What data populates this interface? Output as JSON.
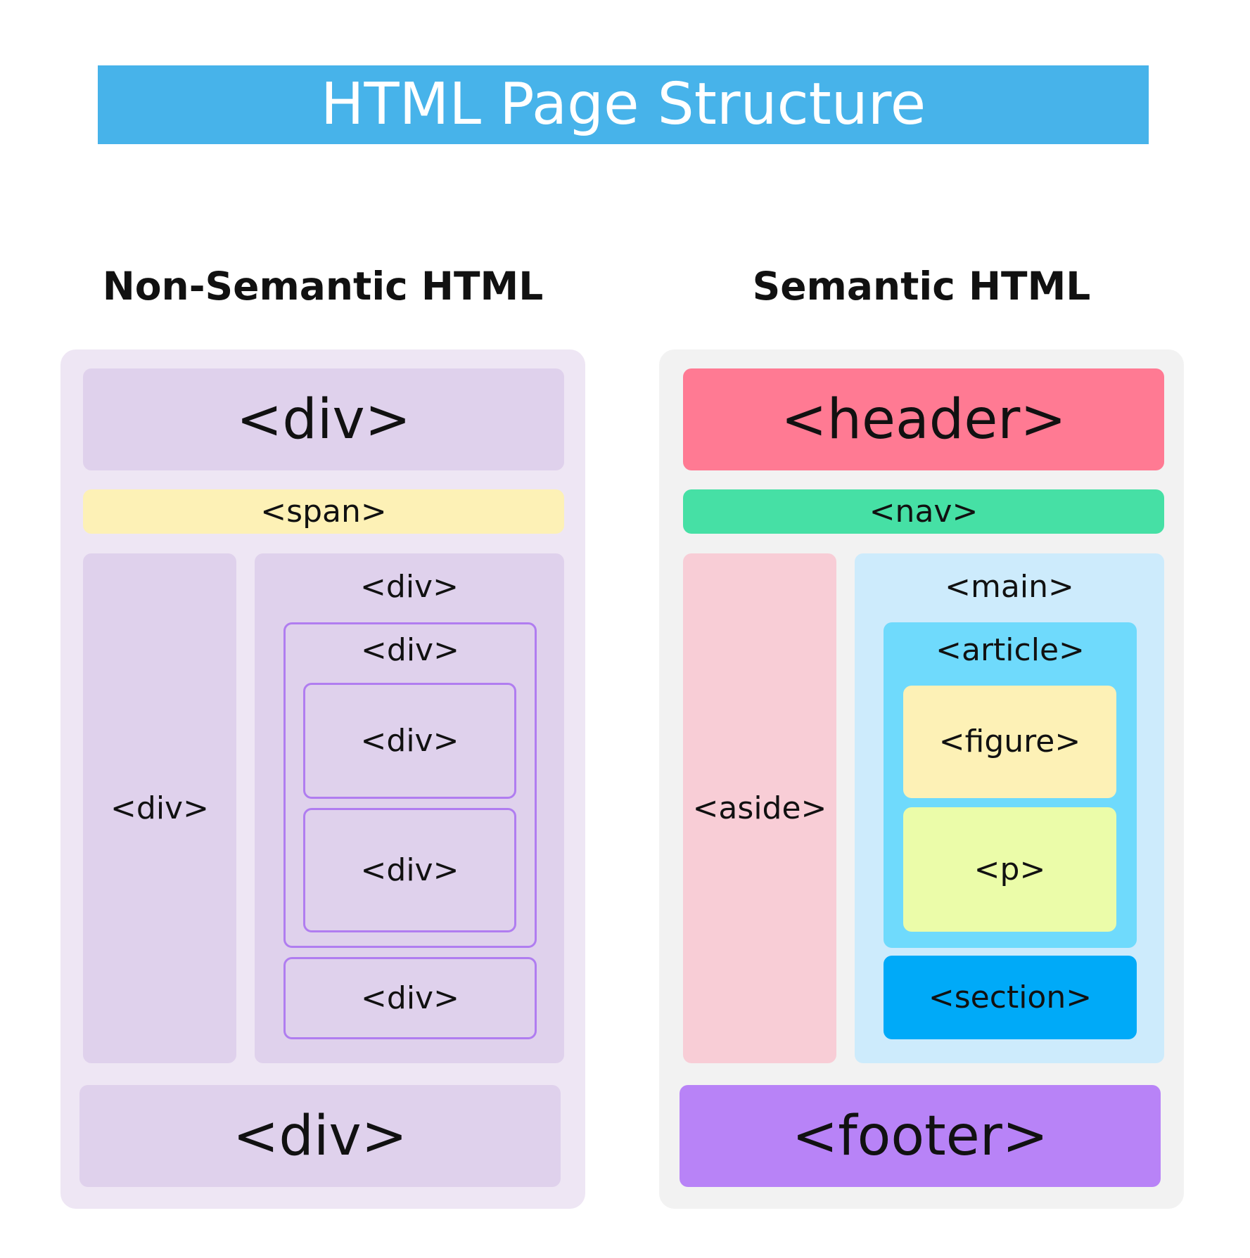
{
  "title": "HTML Page Structure",
  "colors": {
    "title_bar": "#47b3ea",
    "left_panel": "#eee6f4",
    "left_box": "#dfd1ec",
    "span_box": "#fdf1b6",
    "outline": "#b07df0",
    "right_panel": "#f2f2f2",
    "header": "#ff7a93",
    "nav": "#46e0a5",
    "aside": "#f8cdd6",
    "main": "#cdebfc",
    "article": "#6fdafc",
    "figure": "#fdf1b6",
    "p": "#ebfca9",
    "section": "#00aaf8",
    "footer": "#b883f7"
  },
  "non_semantic": {
    "heading": "Non-Semantic HTML",
    "top": "<div>",
    "bar": "<span>",
    "side": "<div>",
    "content": "<div>",
    "inner_container": "<div>",
    "inner_box_1": "<div>",
    "inner_box_2": "<div>",
    "bottom_box": "<div>",
    "footer": "<div>"
  },
  "semantic": {
    "heading": "Semantic HTML",
    "header": "<header>",
    "nav": "<nav>",
    "aside": "<aside>",
    "main": "<main>",
    "article": "<article>",
    "figure": "<figure>",
    "p": "<p>",
    "section": "<section>",
    "footer": "<footer>"
  }
}
